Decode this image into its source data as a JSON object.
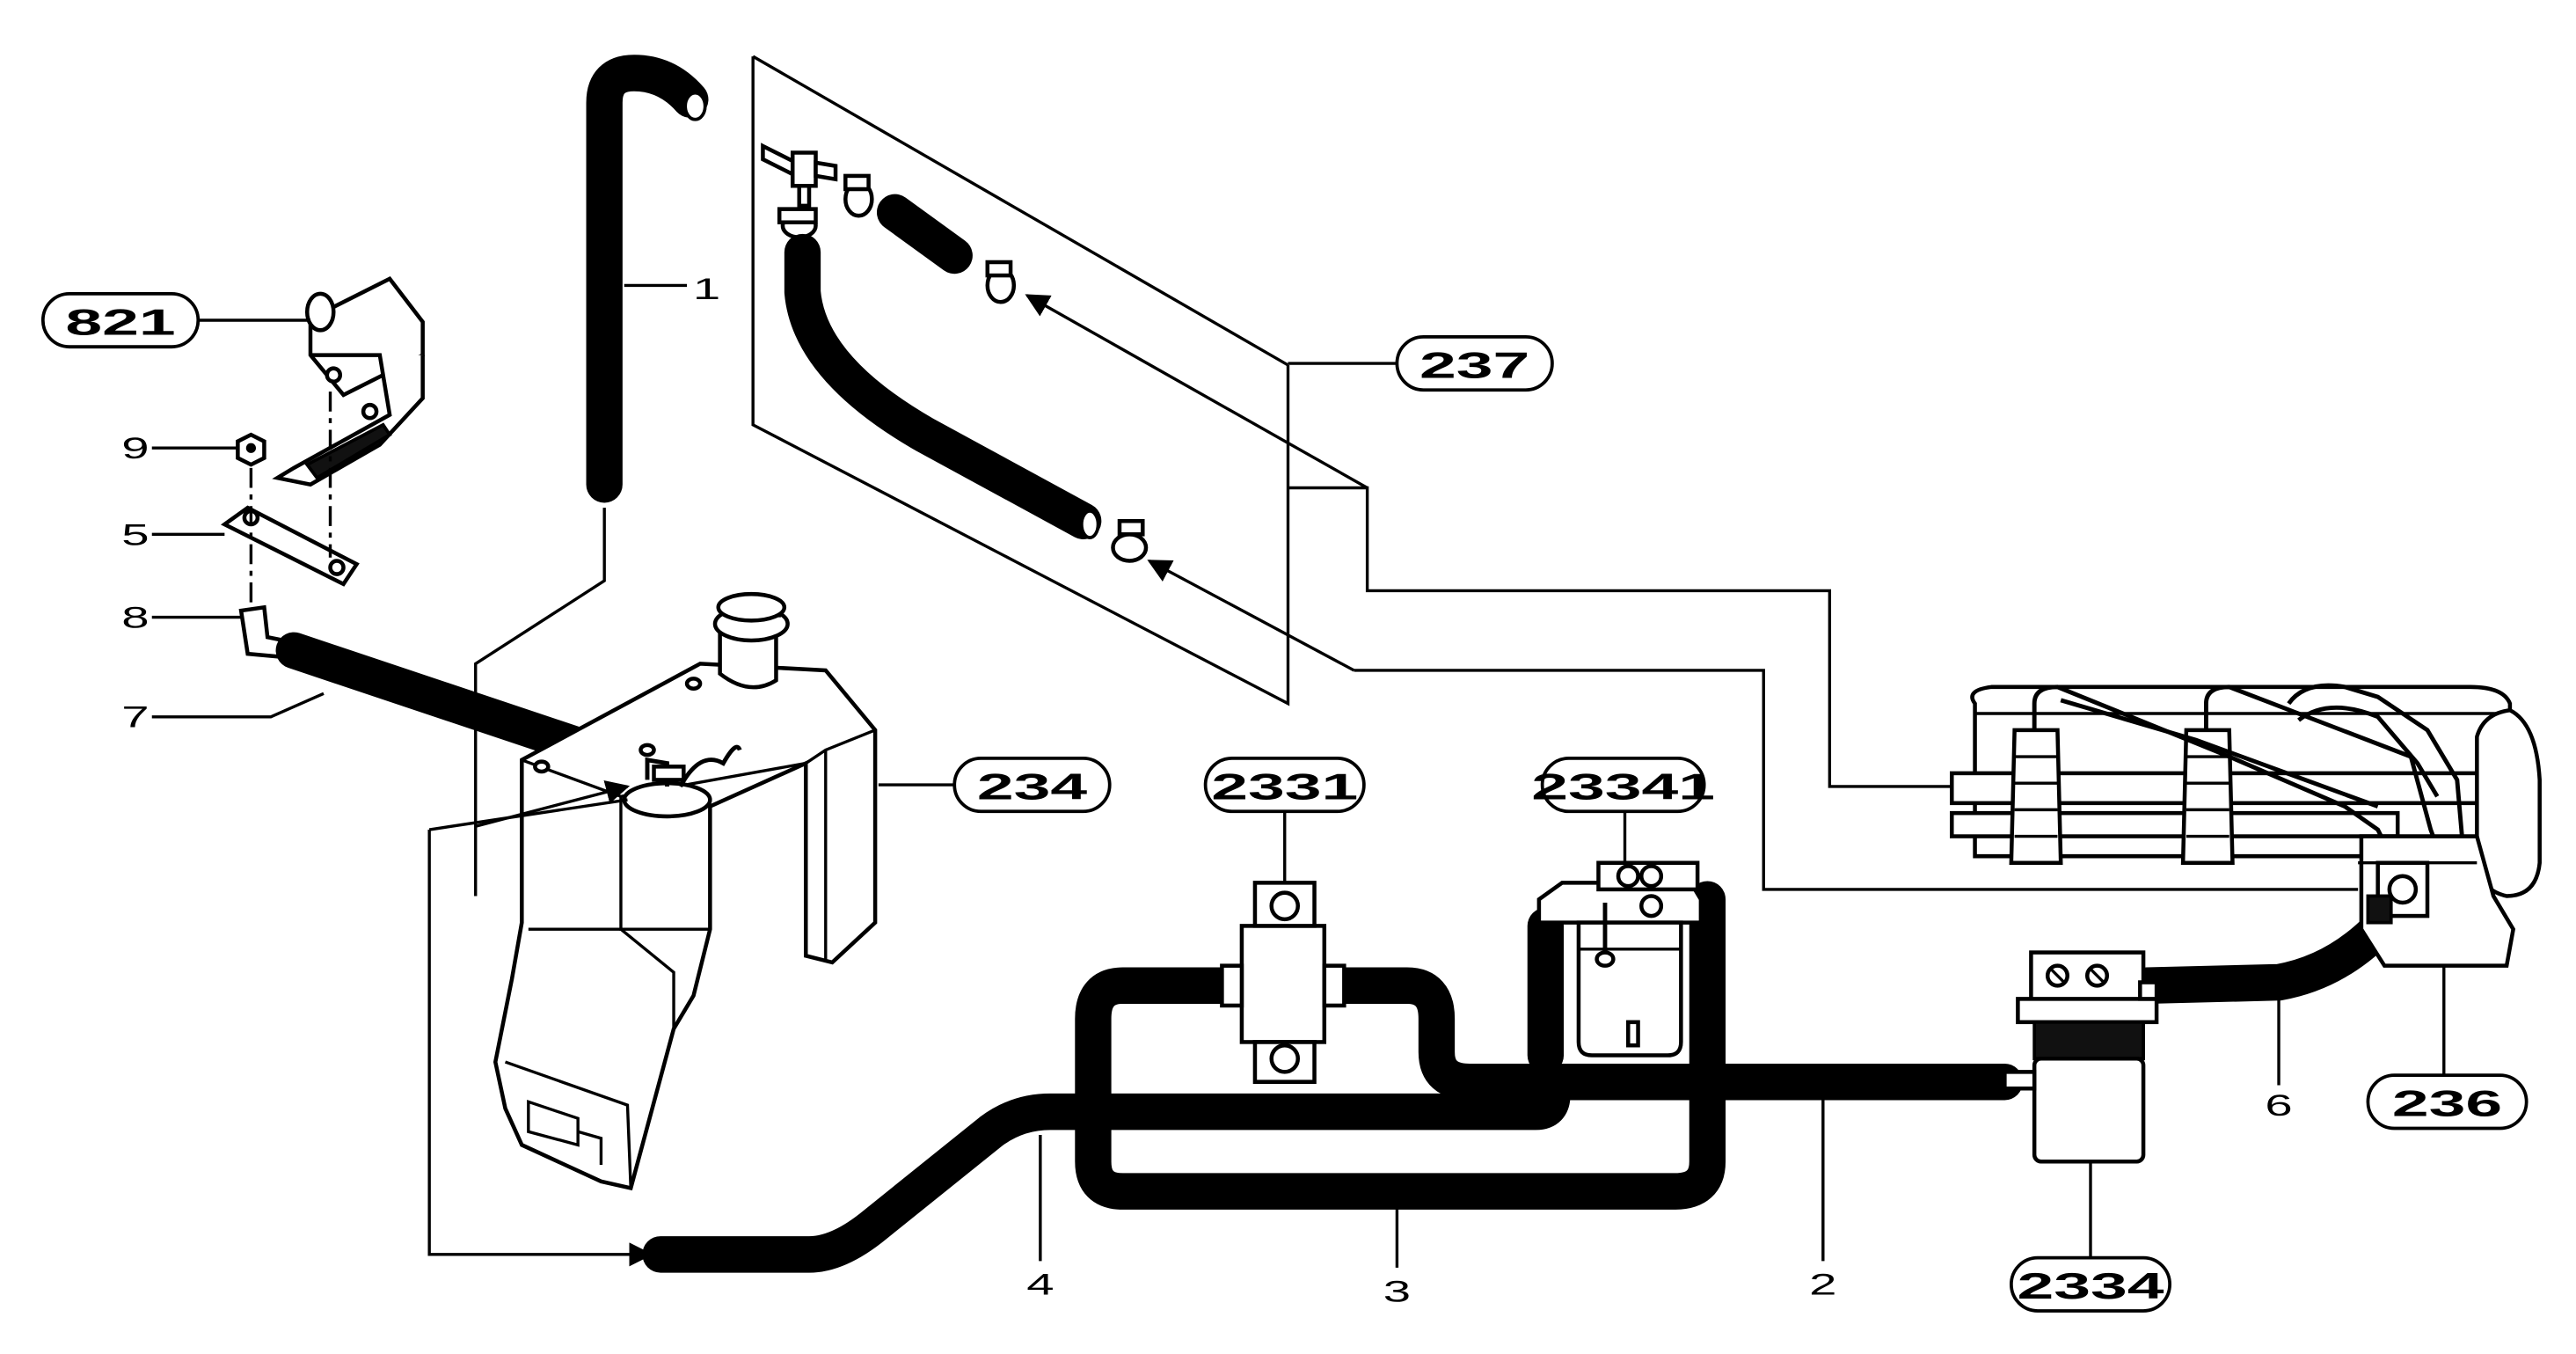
{
  "callouts": {
    "c821": "821",
    "c237": "237",
    "c234": "234",
    "c2331": "2331",
    "c23341": "23341",
    "c236": "236",
    "c2334": "2334"
  },
  "item_numbers": {
    "n1": "1",
    "n2": "2",
    "n3": "3",
    "n4": "4",
    "n5": "5",
    "n6": "6",
    "n7": "7",
    "n8": "8",
    "n9": "9"
  }
}
